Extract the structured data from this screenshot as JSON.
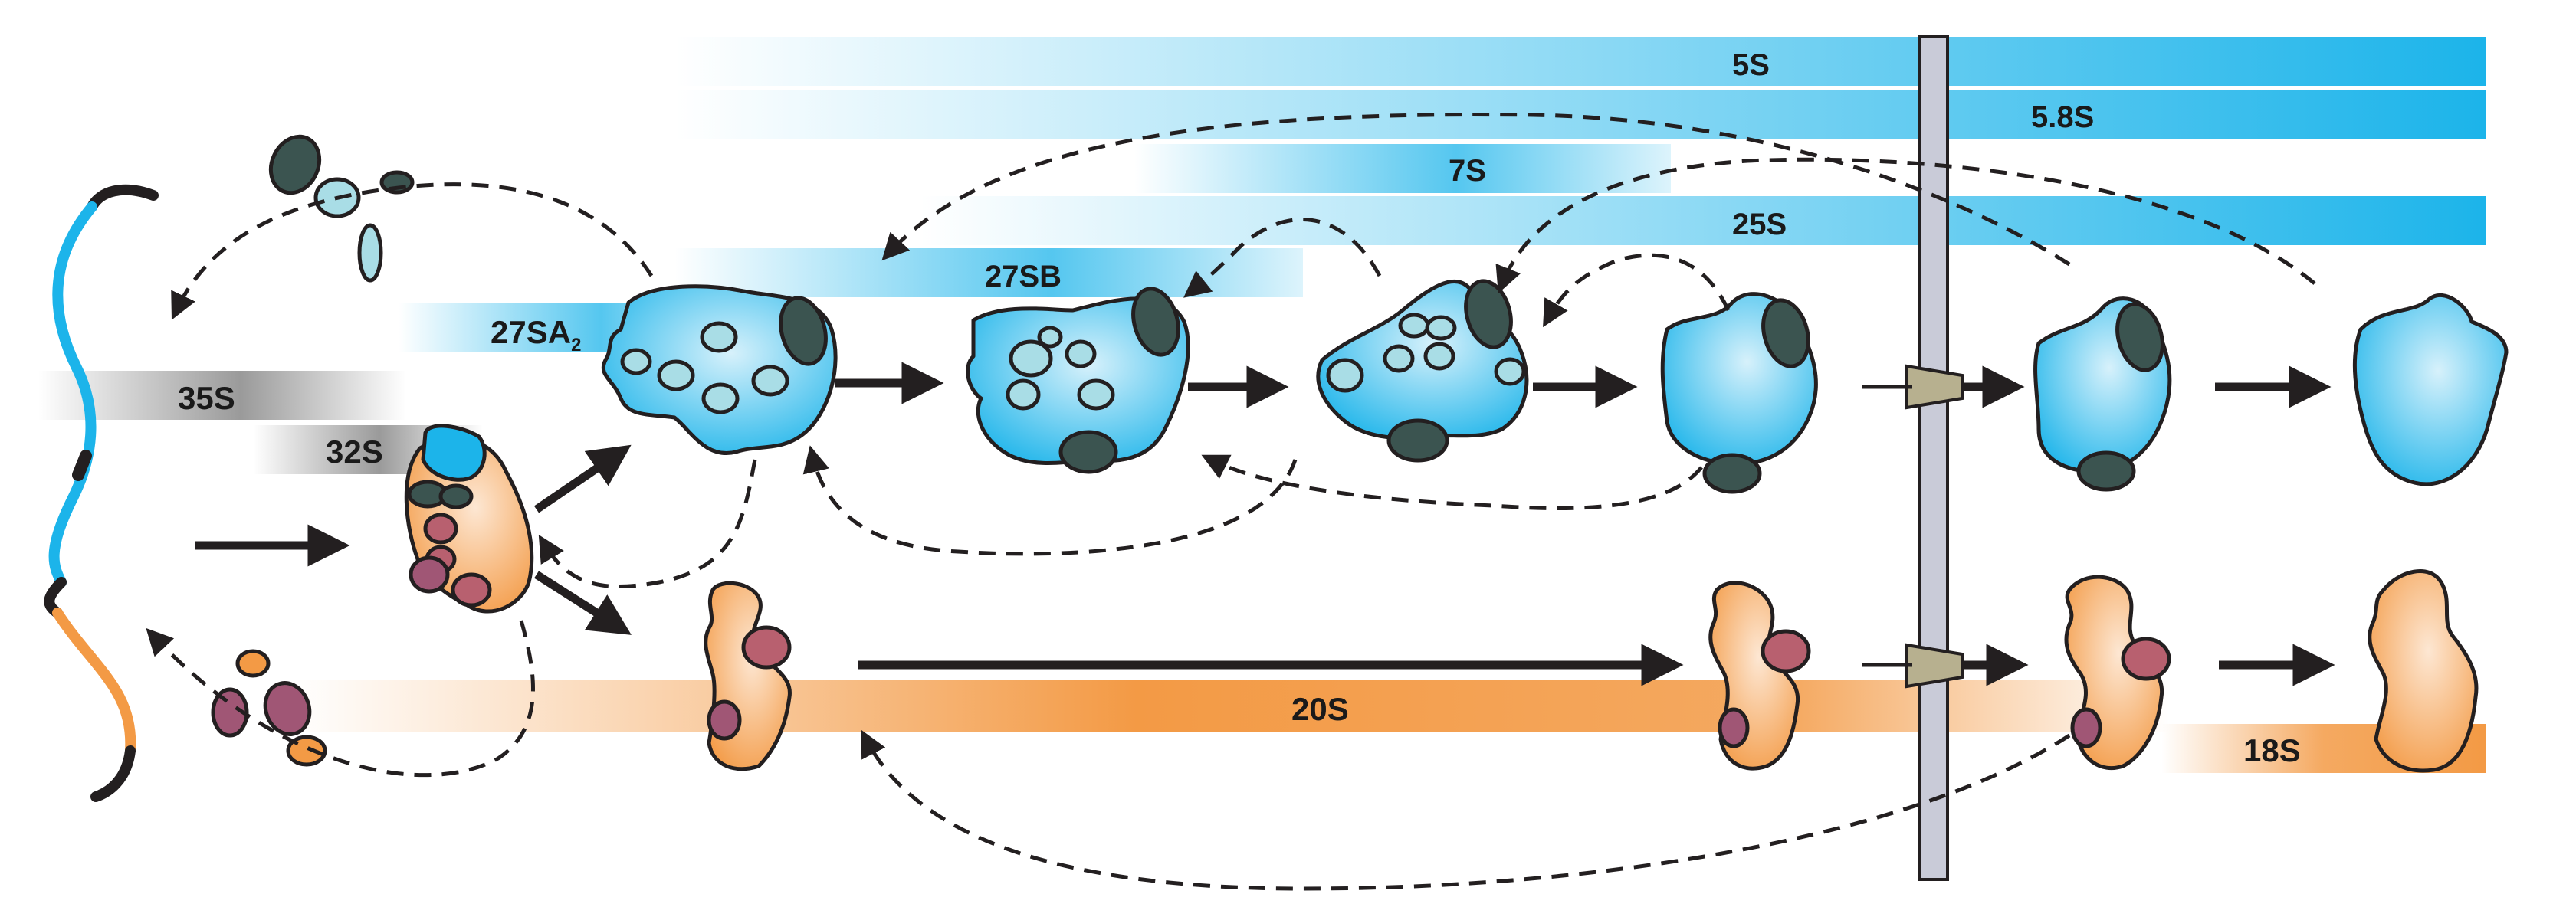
{
  "colors": {
    "blue": "#1cb4ea",
    "orange": "#f39a45",
    "grey": "#9d9d9d",
    "dark_factor": "#3b5450",
    "light_factor": "#a9dde6",
    "pink_factor": "#b8606f",
    "nuclear_pore": "#c9cbd8",
    "exportin": "#b7b08f"
  },
  "bars": {
    "b5S": "5S",
    "b58S": "5.8S",
    "b7S": "7S",
    "b25S": "25S",
    "b27SB": "27SB",
    "b27SA2_main": "27SA",
    "b27SA2_sub": "2",
    "b35S": "35S",
    "b32S": "32S",
    "b20S": "20S",
    "b18S": "18S"
  },
  "icons": {
    "nuclear_envelope": "nuclear-envelope-bar",
    "export_receptor": "export-receptor-icon",
    "pre_rrna": "pre-rrna-strand-icon"
  }
}
